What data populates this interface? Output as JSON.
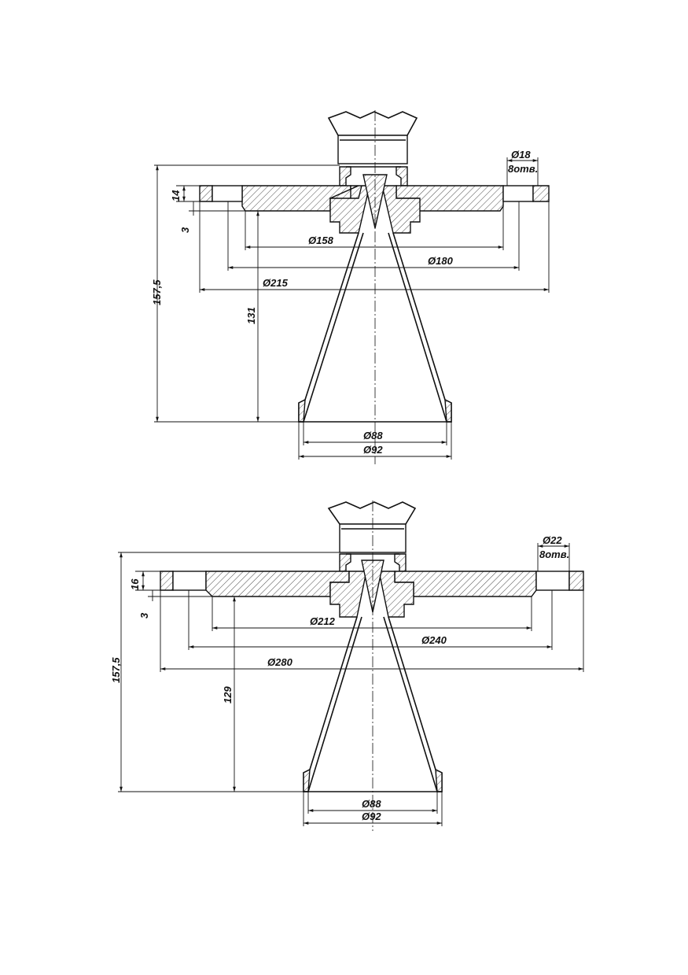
{
  "drawings": [
    {
      "name": "horn-antenna-small",
      "dims": {
        "overall_height": "157,5",
        "cone_height": "131",
        "flange_thickness": "14",
        "flange_recess": "3",
        "d_inner": "Ø158",
        "d_bolt_circle": "Ø180",
        "d_flange": "Ø215",
        "d_mouth_inner": "Ø88",
        "d_mouth_outer": "Ø92",
        "hole_d": "Ø18",
        "hole_count": "8отв."
      }
    },
    {
      "name": "horn-antenna-large",
      "dims": {
        "overall_height": "157,5",
        "cone_height": "129",
        "flange_thickness": "16",
        "flange_recess": "3",
        "d_inner": "Ø212",
        "d_bolt_circle": "Ø240",
        "d_flange": "Ø280",
        "d_mouth_inner": "Ø88",
        "d_mouth_outer": "Ø92",
        "hole_d": "Ø22",
        "hole_count": "8отв."
      }
    }
  ]
}
